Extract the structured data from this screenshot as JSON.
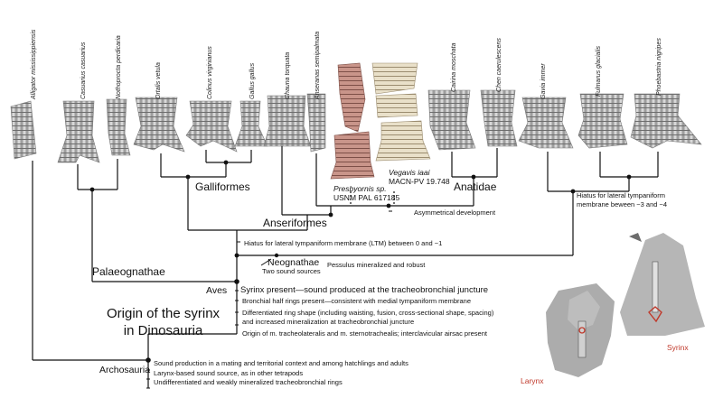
{
  "taxa": [
    "Alligator  mississippiensis",
    "Casuarius casuarius",
    "Nothoprocta perdicaria",
    "Ortalis vetula",
    "Colinus virginianus",
    "Gallus gallus",
    "Chauna torquata",
    "Anseranas semipalmata",
    "Cairina moschata",
    "Chen caerulescens",
    "Gavia immer",
    "Fulmarus glacialis",
    "Phoebastria nigripes"
  ],
  "clades": {
    "galliformes": "Galliformes",
    "anatidae": "Anatidae",
    "anseriformes": "Anseriformes",
    "palaeognathae": "Palaeognathae",
    "neognathae": "Neognathae",
    "aves": "Aves",
    "archosauria": "Archosauria"
  },
  "fossils": {
    "presbyornis_line1": "Presbyornis sp.",
    "presbyornis_line2": "USNM  PAL 617185",
    "vegavis_line1": "Vegavis iaai",
    "vegavis_line2": "MACN-PV 19.748"
  },
  "annotations": {
    "asymmetrical": "Asymmetrical development",
    "hiatus_34_line1": "Hiatus for lateral tympaniform",
    "hiatus_34_line2": "membrane  beween −3 and −4",
    "hiatus_ltm": "Hiatus for lateral tympaniform membrane (LTM) between 0 and −1",
    "two_sources": "Two sound sources",
    "pessulus": "Pessulus mineralized and robust",
    "syrinx_present": "Syrinx present—sound produced at the tracheobronchial juncture",
    "half_rings": "Bronchial half rings present—consistent with medial tympaniform membrane",
    "ring_shape_line1": "Differentiated ring shape (including waisting, fusion, cross-sectional shape, spacing)",
    "ring_shape_line2": "and increased mineralization at tracheobronchial juncture",
    "muscles": "Origin of m. tracheolateralis and m. sternotrachealis; interclavicular airsac present",
    "origin_line1": "Origin of the syrinx",
    "origin_line2": "in Dinosauria",
    "arch_line1": "Sound production in a mating and territorial context and among hatchlings and adults",
    "arch_line2": "Larynx-based sound source, as in other tetrapods",
    "arch_line3": "Undifferentiated and weakly mineralized tracheobronchial rings"
  },
  "insets": {
    "larynx": "Larynx",
    "syrinx": "Syrinx"
  },
  "colors": {
    "specimen": "#bdbdbd",
    "fossil_pink": "#c9958a",
    "fossil_cream": "#e3d8bf",
    "accent_red": "#c0392b",
    "line": "#111111"
  }
}
